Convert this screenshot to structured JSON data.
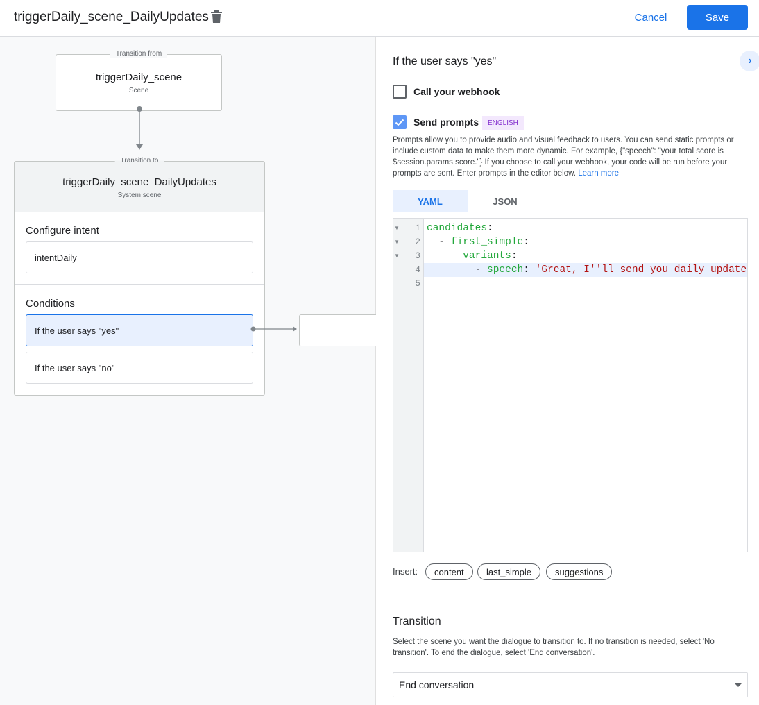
{
  "header": {
    "title": "triggerDaily_scene_DailyUpdates",
    "cancel": "Cancel",
    "save": "Save"
  },
  "diagram": {
    "from": {
      "legend": "Transition from",
      "name": "triggerDaily_scene",
      "type": "Scene"
    },
    "to": {
      "legend": "Transition to",
      "name": "triggerDaily_scene_DailyUpdates",
      "type": "System scene"
    },
    "intent_heading": "Configure intent",
    "intent": "intentDaily",
    "conditions_heading": "Conditions",
    "conditions": [
      "If the user says \"yes\"",
      "If the user says \"no\""
    ]
  },
  "panel": {
    "heading": "If the user says \"yes\"",
    "webhook": {
      "label": "Call your webhook",
      "checked": false
    },
    "prompts": {
      "label": "Send prompts",
      "checked": true,
      "badge": "ENGLISH",
      "description": "Prompts allow you to provide audio and visual feedback to users. You can send static prompts or include custom data to make them more dynamic. For example, {\"speech\": \"your total score is $session.params.score.\"} If you choose to call your webhook, your code will be run before your prompts are sent. Enter prompts in the editor below.",
      "learn_more": "Learn more"
    },
    "tabs": [
      "YAML",
      "JSON"
    ],
    "active_tab": "YAML",
    "code": {
      "lines": [
        {
          "n": "1",
          "key": "candidates",
          "indent": "",
          "dash": ""
        },
        {
          "n": "2",
          "key": "first_simple",
          "indent": "  ",
          "dash": "- "
        },
        {
          "n": "3",
          "key": "variants",
          "indent": "      ",
          "dash": ""
        },
        {
          "n": "4",
          "key": "speech",
          "indent": "        ",
          "dash": "- ",
          "value": "'Great, I''ll send you daily updates."
        },
        {
          "n": "5"
        }
      ]
    },
    "insert_label": "Insert:",
    "insert_chips": [
      "content",
      "last_simple",
      "suggestions"
    ],
    "transition": {
      "heading": "Transition",
      "description": "Select the scene you want the dialogue to transition to. If no transition is needed, select 'No transition'. To end the dialogue, select 'End conversation'.",
      "selected": "End conversation"
    }
  },
  "colors": {
    "accent": "#1a73e8",
    "badge_bg": "#f3e8fd",
    "badge_text": "#8430ce",
    "yaml_key": "#22a73a",
    "yaml_string": "#b31412"
  }
}
